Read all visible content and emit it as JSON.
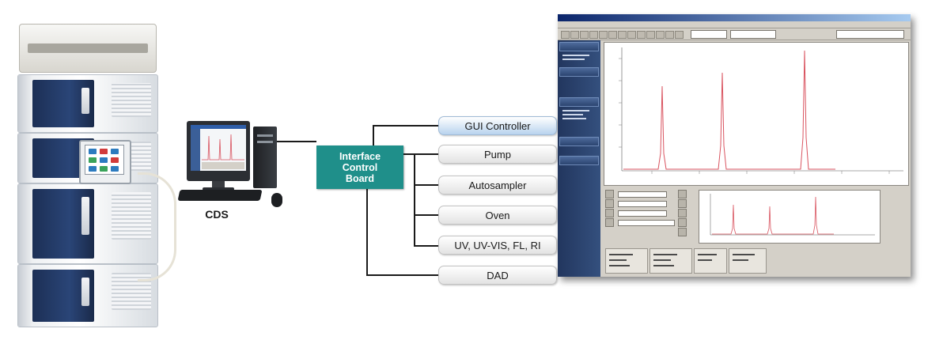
{
  "cds_label": "CDS",
  "interface_board": {
    "lines": [
      "Interface",
      "Control",
      "Board"
    ]
  },
  "modules": [
    {
      "label": "GUI Controller"
    },
    {
      "label": "Pump"
    },
    {
      "label": "Autosampler"
    },
    {
      "label": "Oven"
    },
    {
      "label": "UV, UV-VIS, FL, RI"
    },
    {
      "label": "DAD"
    }
  ],
  "colors": {
    "board": "#1f8f8a",
    "gui_box": "#b8d3ee",
    "chromatogram_trace": "#d9535f"
  }
}
